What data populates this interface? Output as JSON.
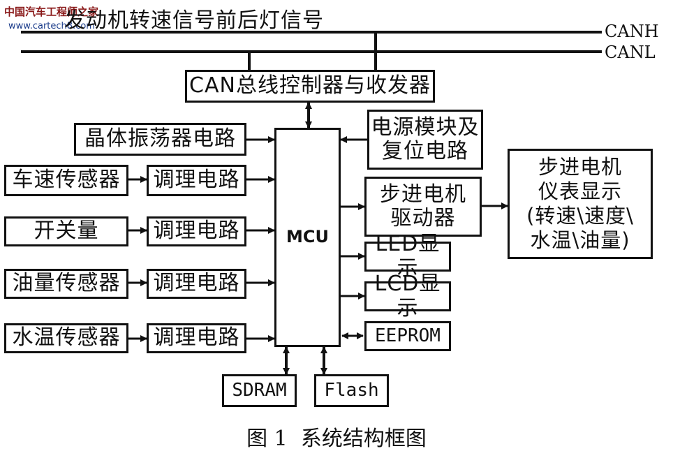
{
  "watermark": {
    "site_cn": "中国汽车工程师之家",
    "url": "www.cartech8.com"
  },
  "top_signal": "发动机转速信号前后灯信号",
  "bus": {
    "canh": "CANH",
    "canl": "CANL"
  },
  "can_controller": "CAN总线控制器与收发器",
  "crystal": "晶体振荡器电路",
  "power": [
    "电源模块及",
    "复位电路"
  ],
  "sensors": [
    {
      "name": "车速传感器",
      "conditioner": "调理电路"
    },
    {
      "name": "开关量",
      "conditioner": "调理电路"
    },
    {
      "name": "油量传感器",
      "conditioner": "调理电路"
    },
    {
      "name": "水温传感器",
      "conditioner": "调理电路"
    }
  ],
  "mcu": "MCU",
  "stepper_driver": [
    "步进电机",
    "驱动器"
  ],
  "stepper_gauge": [
    "步进电机",
    "仪表显示",
    "(转速\\速度\\",
    "水温\\油量)"
  ],
  "led": "LED显示",
  "lcd": "LCD显示",
  "eeprom": "EEPROM",
  "sdram": "SDRAM",
  "flash": "Flash",
  "caption": "图 1  系统结构框图",
  "colors": {
    "ink": "#111111",
    "watermark": "#8a1a1a",
    "watermark_url": "#1a3b8a"
  }
}
